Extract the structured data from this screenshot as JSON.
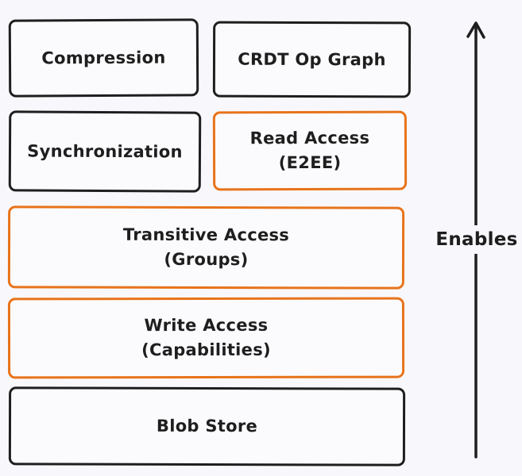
{
  "boxes": {
    "compression": {
      "label": "Compression"
    },
    "crdt": {
      "label": "CRDT Op Graph"
    },
    "synchronization": {
      "label": "Synchronization"
    },
    "read": {
      "line1": "Read Access",
      "line2": "(E2EE)"
    },
    "transitive": {
      "line1": "Transitive Access",
      "line2": "(Groups)"
    },
    "write": {
      "line1": "Write Access",
      "line2": "(Capabilities)"
    },
    "blob": {
      "label": "Blob Store"
    }
  },
  "arrow": {
    "label": "Enables"
  },
  "colors": {
    "stroke_dark": "#1e1e1e",
    "stroke_accent": "#e8731a",
    "background": "#f8f8fc"
  }
}
